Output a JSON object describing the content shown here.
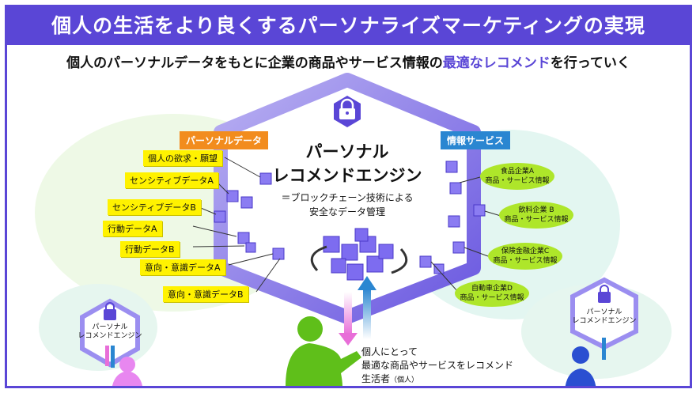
{
  "header": {
    "title": "個人の生活をより良くするパーソナライズマーケティングの実現",
    "subtitle_part1": "個人のパーソナルデータをもとに企業の商品やサービス情報の",
    "subtitle_highlight": "最適なレコメンド",
    "subtitle_part2": "を行っていく"
  },
  "engine": {
    "title_line1": "パーソナル",
    "title_line2": "レコメンドエンジン",
    "desc_line1": "＝ブロックチェーン技術による",
    "desc_line2": "安全なデータ管理"
  },
  "personal_data": {
    "tag": "パーソナルデータ",
    "items": [
      "個人の欲求・願望",
      "センシティブデータA",
      "センシティブデータB",
      "行動データA",
      "行動データB",
      "意向・意識データA",
      "意向・意識データB"
    ]
  },
  "info_services": {
    "tag": "情報サービス",
    "companies": [
      {
        "name": "食品企業A",
        "detail": "商品・サービス情報"
      },
      {
        "name": "飲料企業 B",
        "detail": "商品・サービス情報"
      },
      {
        "name": "保険金融企業C",
        "detail": "商品・サービス情報"
      },
      {
        "name": "自動車企業D",
        "detail": "商品・サービス情報"
      }
    ]
  },
  "person": {
    "line1": "個人にとって",
    "line2": "最適な商品やサービスをレコメンド",
    "line3": "生活者",
    "line3_small": "（個人）"
  },
  "small_engines": {
    "left_line1": "パーソナル",
    "left_line2": "レコメンドエンジン",
    "right_line1": "パーソナル",
    "right_line2": "レコメンドエンジン"
  },
  "colors": {
    "primary": "#5a46d6",
    "yellow": "#fff200",
    "orange": "#f28c1e",
    "blue": "#2a86d1",
    "green": "#aee62a"
  }
}
